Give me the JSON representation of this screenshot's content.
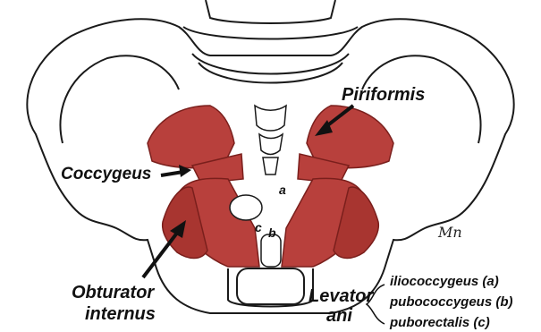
{
  "labels": {
    "piriformis": "Piriformis",
    "coccygeus": "Coccygeus",
    "obturator_line1": "Obturator",
    "obturator_line2": "internus",
    "levator_line1": "Levator",
    "levator_line2": "ani"
  },
  "levator_parts": [
    "iliococcygeus (a)",
    "pubococcygeus (b)",
    "puborectalis (c)"
  ],
  "letters": {
    "a": "a",
    "b": "b",
    "c": "c"
  },
  "signature": "Mn",
  "colors": {
    "muscle": "#b8403c",
    "muscle_dark": "#7a1f1c",
    "line": "#1a1a1a",
    "bone": "#ffffff"
  }
}
